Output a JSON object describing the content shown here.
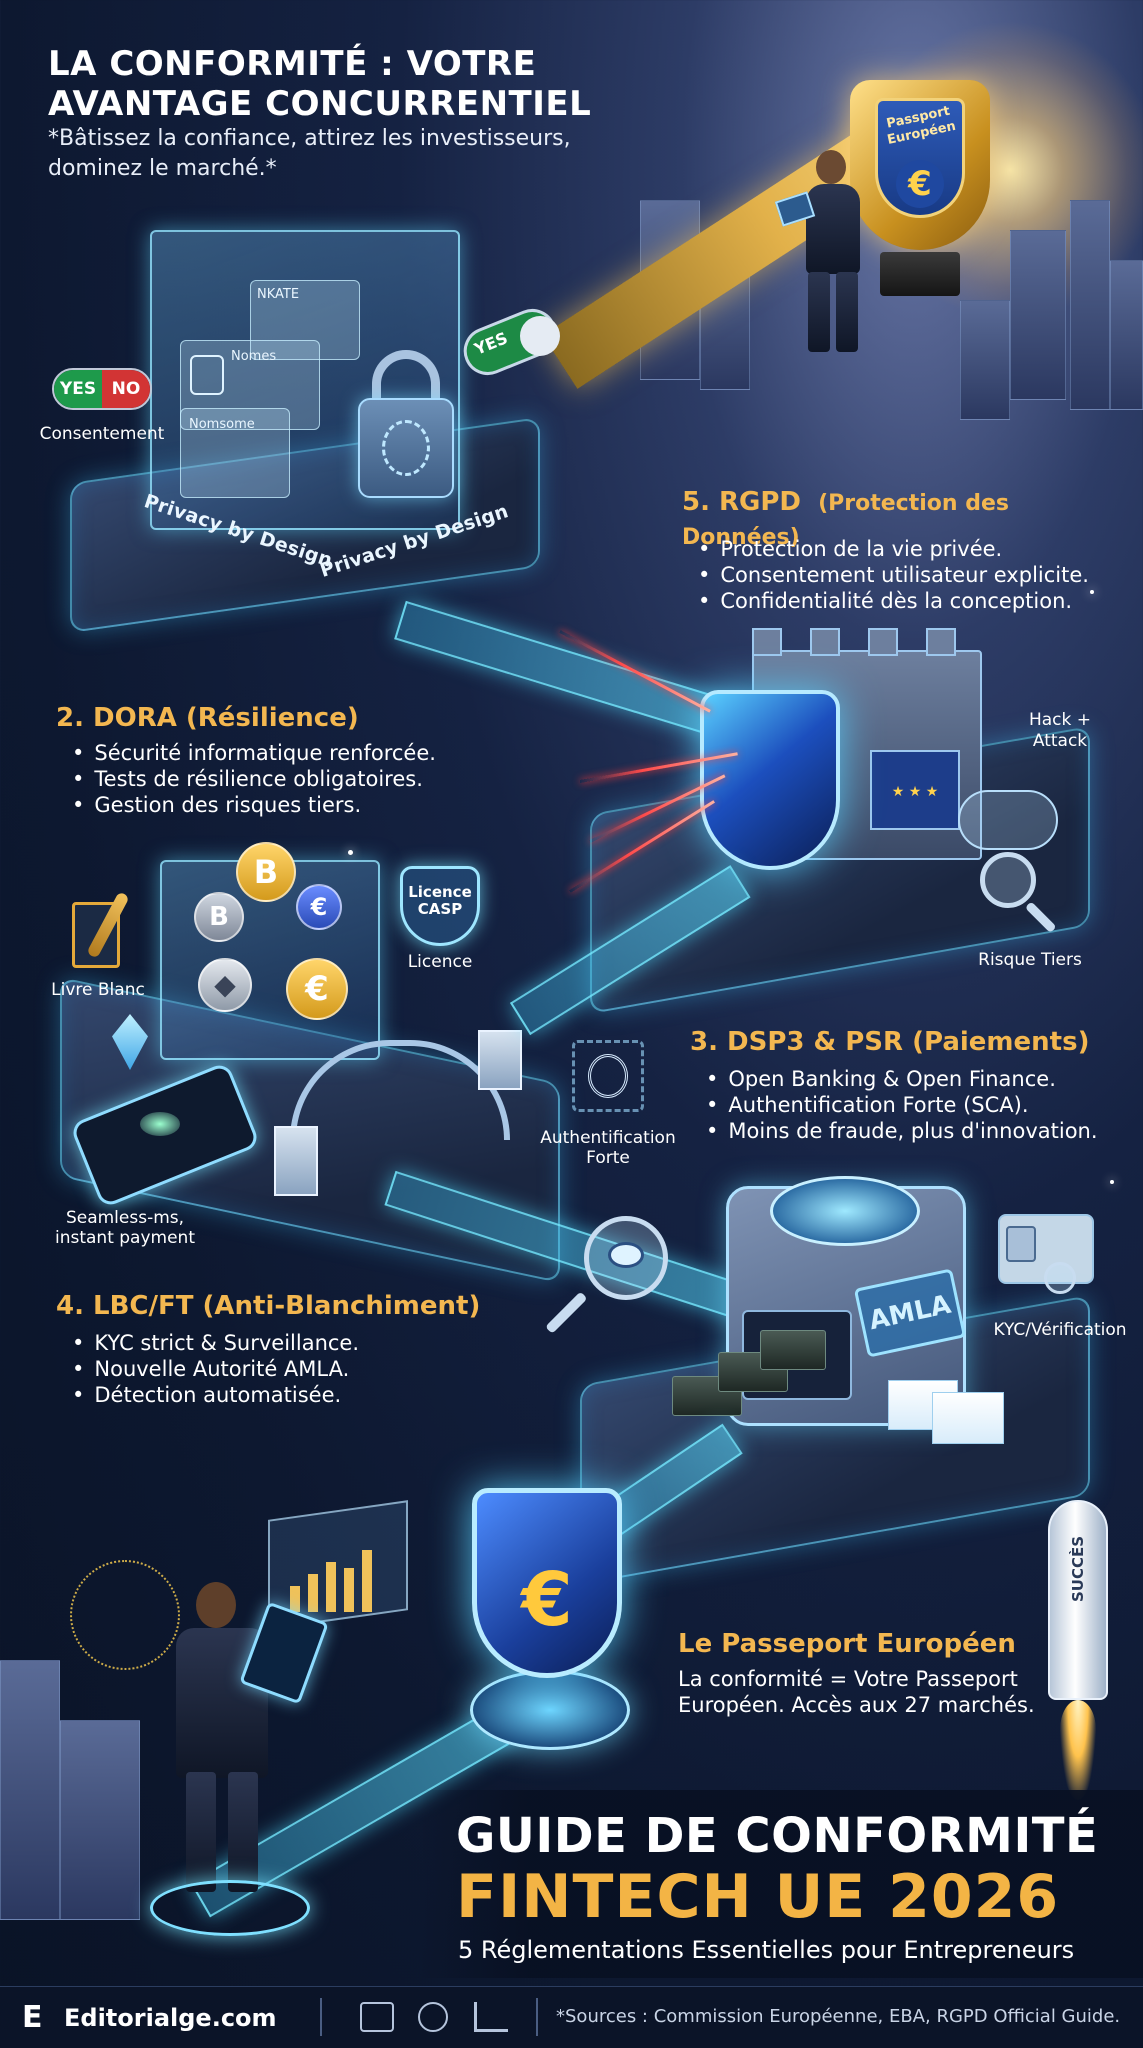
{
  "header": {
    "title": "LA CONFORMITÉ : VOTRE AVANTAGE CONCURRENTIEL",
    "subtitle": "*Bâtissez la confiance, attirez les investisseurs, dominez le marché.*"
  },
  "trophy": {
    "label": "Passport Européen",
    "symbol": "€"
  },
  "privacy_cube": {
    "cards": [
      "NKATE",
      "Nomes",
      "Nomsome"
    ],
    "base_labels": [
      "Privacy by Design",
      "Privacy by Design"
    ]
  },
  "consent_toggle": {
    "yes": "YES",
    "no": "NO",
    "label": "Consentement"
  },
  "toggle_yes": "YES",
  "rgpd": {
    "title": "5. RGPD",
    "title_sub": "(Protection des Données)",
    "bullets": [
      "Protection de la vie privée.",
      "Consentement utilisateur explicite.",
      "Confidentialité dès la conception."
    ]
  },
  "dora": {
    "title": "2. DORA (Résilience)",
    "bullets": [
      "Sécurité informatique renforcée.",
      "Tests de résilience obligatoires.",
      "Gestion des risques tiers."
    ]
  },
  "castle": {
    "hack_label": "Hack + Attack",
    "risk_label": "Risque Tiers"
  },
  "crypto": {
    "coins": [
      "B",
      "B",
      "€",
      "◆",
      "€"
    ],
    "licence_badge": "Licence CASP",
    "licence_label": "Licence",
    "livre_label": "Livre Blanc",
    "payment_label": "Seamless-ms, instant payment"
  },
  "auth_label": "Authentification Forte",
  "dsp3": {
    "title": "3. DSP3 & PSR (Paiements)",
    "bullets": [
      "Open Banking & Open Finance.",
      "Authentification Forte (SCA).",
      "Moins de fraude, plus d'innovation."
    ]
  },
  "lbc": {
    "title": "4. LBC/FT (Anti-Blanchiment)",
    "bullets": [
      "KYC strict & Surveillance.",
      "Nouvelle Autorité AMLA.",
      "Détection automatisée."
    ]
  },
  "amla": {
    "screen": "AMLA",
    "kyc_label": "KYC/Vérification"
  },
  "passport": {
    "title": "Le Passeport Européen",
    "text": "La conformité = Votre Passeport Européen. Accès aux 27 marchés.",
    "symbol": "€"
  },
  "rocket": "SUCCÈS",
  "banner": {
    "line1": "GUIDE DE CONFORMITÉ",
    "line2": "FINTECH UE 2026",
    "line3": "5 Réglementations Essentielles pour Entrepreneurs"
  },
  "footer": {
    "logo": "E",
    "brand": "Editorialge.com",
    "sources": "*Sources : Commission Européenne, EBA, RGPD Official Guide."
  },
  "colors": {
    "accent_gold": "#f3b750",
    "glow_cyan": "#50dcff",
    "background": "#0d1830"
  }
}
